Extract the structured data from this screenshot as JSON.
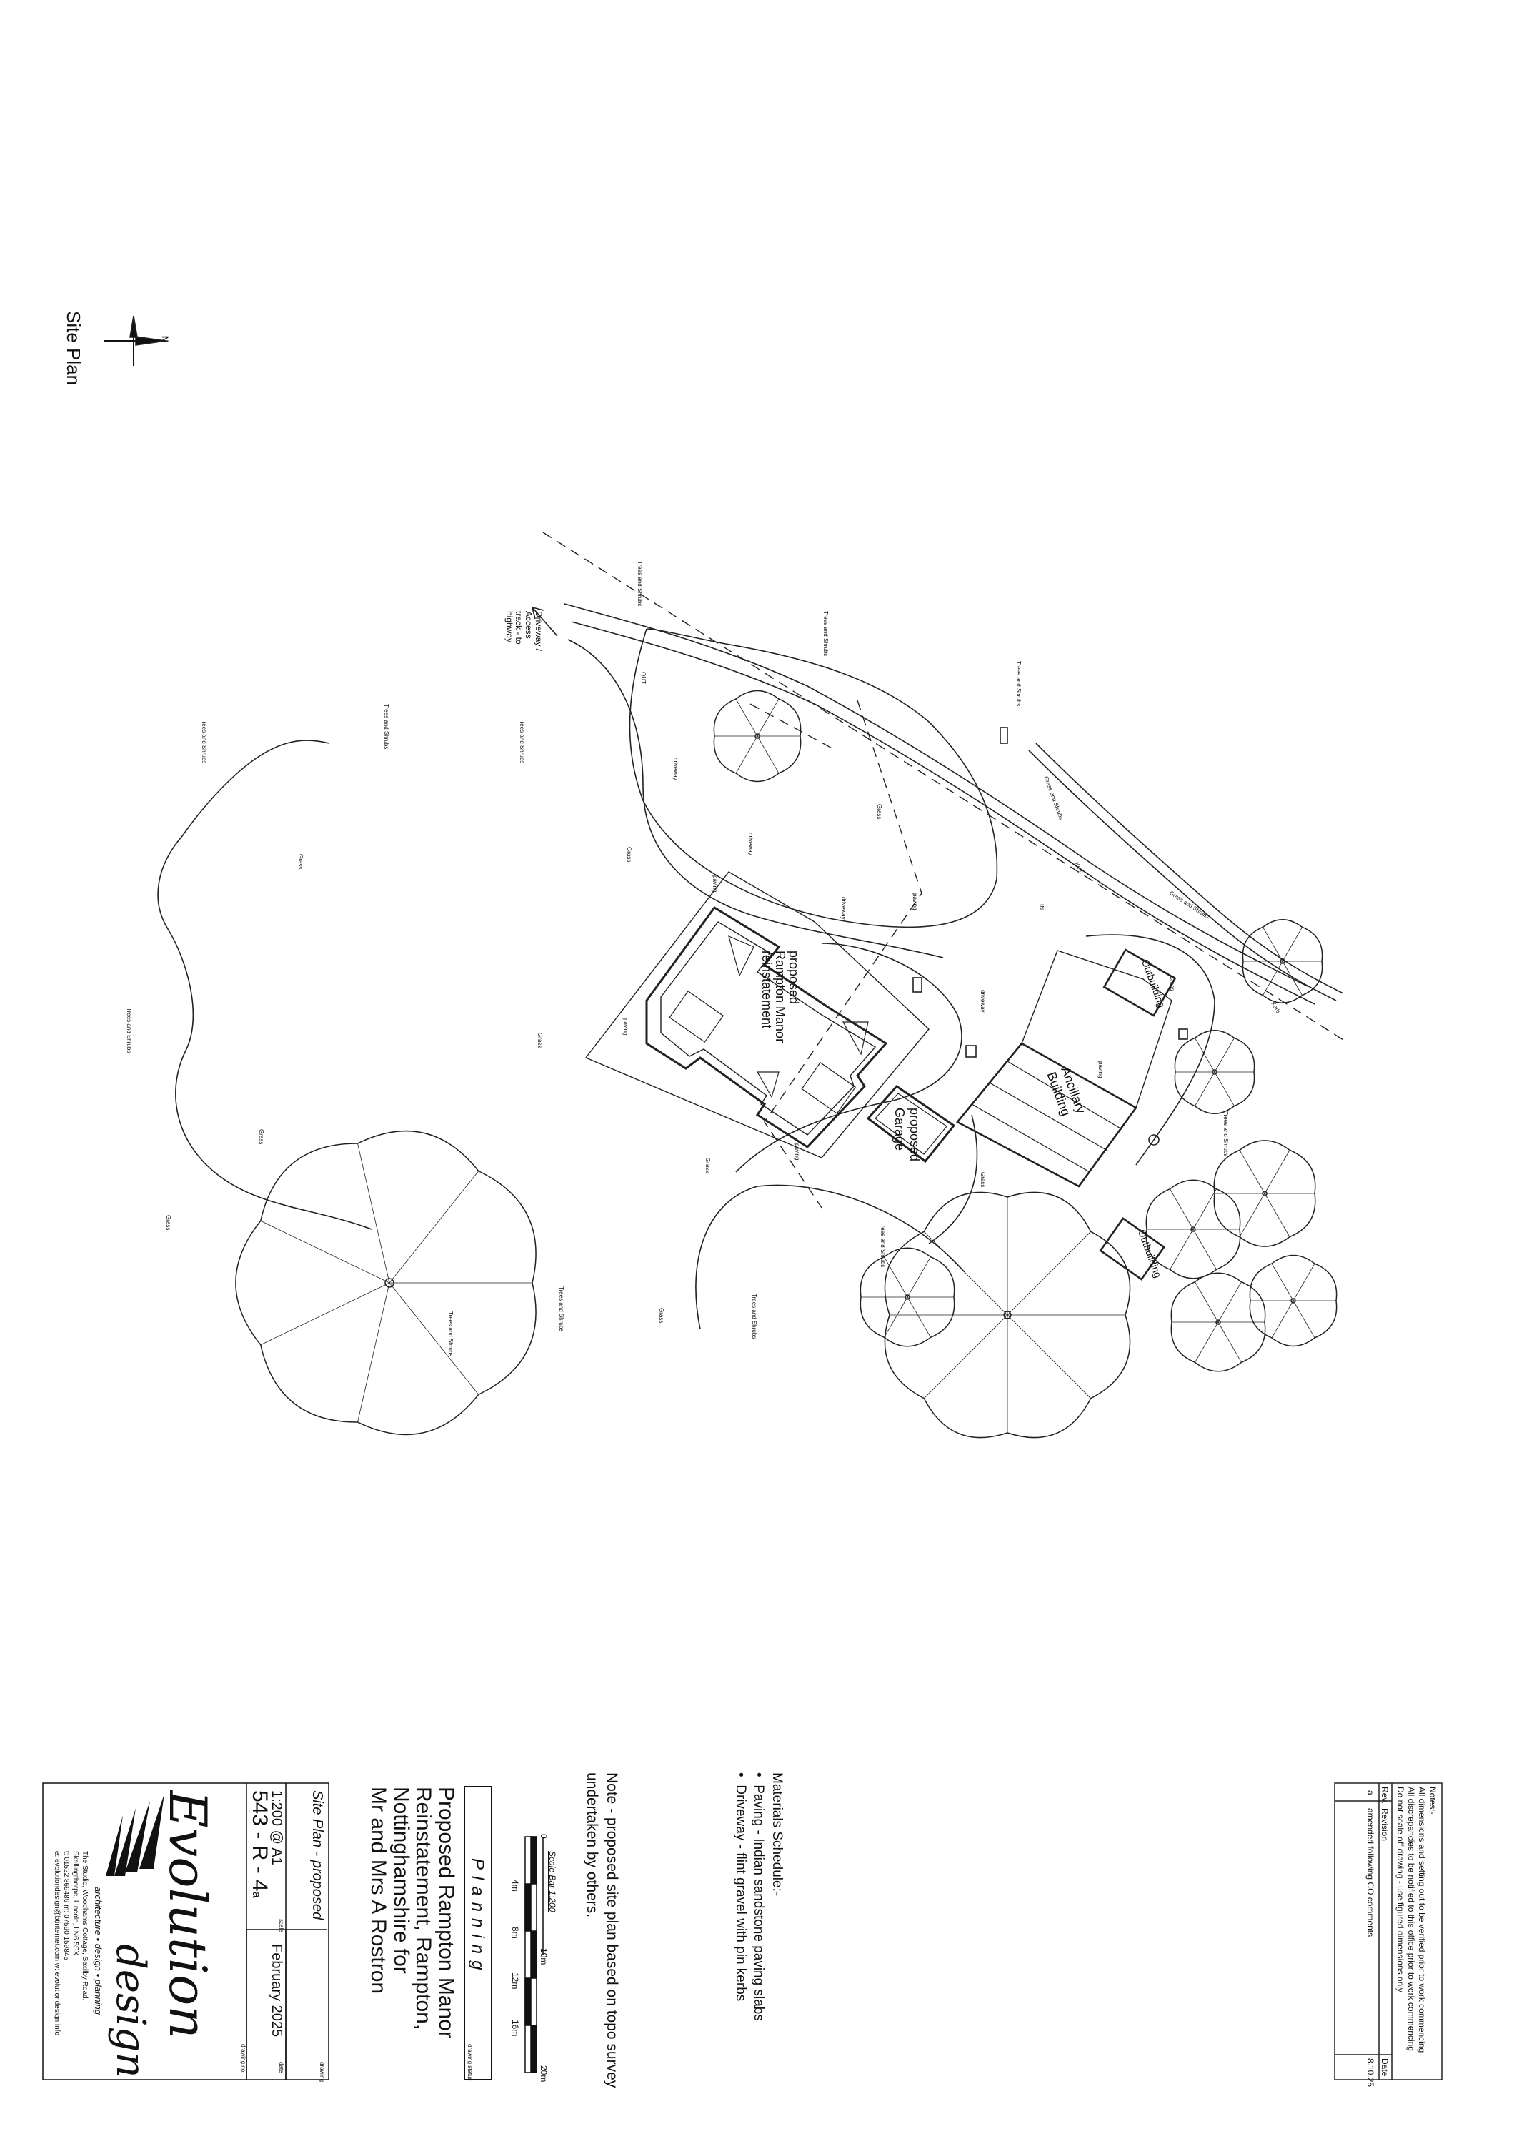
{
  "sheet_title": "Site Plan",
  "north": "N",
  "drawing": {
    "buildings": [
      {
        "id": "house",
        "lines": [
          "proposed",
          "Rampton Manor",
          "reinstatement"
        ]
      },
      {
        "id": "garage",
        "lines": [
          "proposed",
          "Garage"
        ]
      },
      {
        "id": "ancillary",
        "lines": [
          "Ancillary",
          "Building"
        ]
      },
      {
        "id": "outbuilding1",
        "lines": [
          "Outbuilding"
        ]
      },
      {
        "id": "outbuilding2",
        "lines": [
          "Outbuilding"
        ]
      }
    ],
    "access_note": [
      "Driveway /",
      "Access",
      "track - to",
      "highway"
    ],
    "small_labels": {
      "trees_shrubs": "Trees and Shrubs",
      "grass": "Grass",
      "driveway": "driveway",
      "paving": "paving",
      "grass_and_shrubs": "Grass and Shrubs",
      "out": "OUT",
      "in": "IN",
      "kerb": "Kerb"
    }
  },
  "notes_box": {
    "heading": "Notes:-",
    "lines": [
      "All dimensions and setting out to be verified prior to work commencing",
      "All discrepancies to be notified to this office prior to work commencing",
      "Do not scale off drawing - use figured dimensions only"
    ],
    "revision_headers": {
      "rev": "Rev.",
      "revision": "Revision",
      "date": "Date"
    },
    "revisions": [
      {
        "rev": "a",
        "text": "amended following CO comments",
        "date": "8.10.25"
      }
    ]
  },
  "materials": {
    "heading": "Materials Schedule:-",
    "items": [
      "Paving - Indian sandstone paving slabs",
      "Driveway - flint gravel with pin kerbs"
    ]
  },
  "survey_note": [
    "Note - proposed site plan based on topo survey",
    "undertaken by others."
  ],
  "scale_bar": {
    "title": "Scale Bar 1:200",
    "ticks": [
      "0",
      "4m",
      "8m",
      "10m",
      "12m",
      "16m",
      "20m"
    ]
  },
  "status": {
    "value": "Planning",
    "label": "drawing status"
  },
  "project_title": [
    "Proposed Rampton Manor",
    "Reinstatement, Rampton,",
    "Nottinghamshire for",
    "Mr and Mrs A Rostron"
  ],
  "title_block": {
    "drawing_label": "drawing",
    "drawing_value": "Site Plan - proposed",
    "scale_label": "scale",
    "scale_value": "1:200 @ A1",
    "date_label": "date",
    "date_value": "February 2025",
    "number_label": "drawing no.",
    "number_value": "543 - R - 4",
    "number_suffix": "a"
  },
  "company": {
    "logo_main": "Evolution",
    "logo_sub": "design",
    "tagline": "architecture   •   design   •   planning",
    "address": "The Studio, Woodhams Cottage, Saxilby Road,",
    "address2": "Skellingthorpe, Lincoln, LN6 5SX",
    "phones": "t: 01522 869489              m: 07590 159845",
    "email_web": "e: evolutiondesign@btinternet.com     w: evolutiondesign.info"
  }
}
